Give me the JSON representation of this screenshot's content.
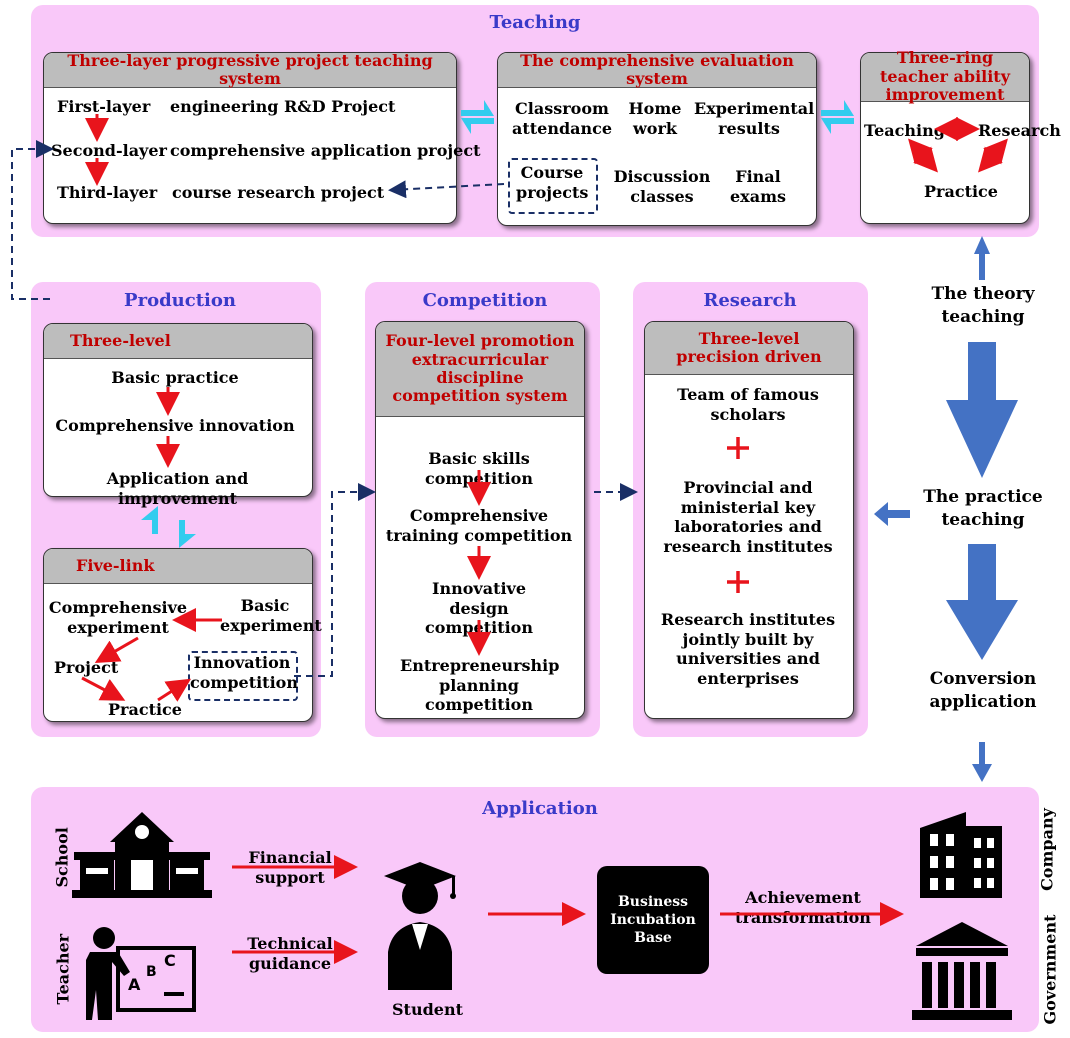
{
  "teaching": {
    "title": "Teaching",
    "card1": {
      "title": "Three-layer progressive project teaching system",
      "layers": [
        {
          "label": "First-layer",
          "project": "engineering R&D Project"
        },
        {
          "label": "Second-layer",
          "project": "comprehensive application project"
        },
        {
          "label": "Third-layer",
          "project": "course research project"
        }
      ]
    },
    "card2": {
      "title": "The comprehensive evaluation system",
      "items": [
        "Classroom attendance",
        "Home work",
        "Experimental results",
        "Course projects",
        "Discussion classes",
        "Final exams"
      ]
    },
    "card3": {
      "title": "Three-ring teacher ability improvement",
      "nodes": [
        "Teaching",
        "Research",
        "Practice"
      ]
    }
  },
  "production": {
    "title": "Production",
    "three_level": {
      "title": "Three-level",
      "steps": [
        "Basic practice",
        "Comprehensive innovation",
        "Application and improvement"
      ]
    },
    "five_link": {
      "title": "Five-link",
      "nodes": [
        "Comprehensive experiment",
        "Basic experiment",
        "Project",
        "Practice",
        "Innovation competition"
      ]
    }
  },
  "competition": {
    "title": "Competition",
    "card_title": "Four-level promotion extracurricular discipline competition system",
    "steps": [
      "Basic skills competition",
      "Comprehensive training competition",
      "Innovative design competition",
      "Entrepreneurship planning competition"
    ]
  },
  "research": {
    "title": "Research",
    "card_title": "Three-level precision driven",
    "items": [
      "Team of famous scholars",
      "Provincial and ministerial key laboratories and research institutes",
      "Research institutes jointly built by universities and enterprises"
    ]
  },
  "side_flow": {
    "items": [
      "The theory teaching",
      "The practice teaching",
      "Conversion application"
    ]
  },
  "application": {
    "title": "Application",
    "school": "School",
    "teacher": "Teacher",
    "financial_support": "Financial support",
    "technical_guidance": "Technical guidance",
    "student": "Student",
    "incubation": "Business Incubation Base",
    "achievement": "Achievement transformation",
    "company": "Company",
    "government": "Government"
  },
  "colors": {
    "panel": "#f9c8f9",
    "section_title": "#3a3ac8",
    "card_title": "#c00000",
    "arrow_red": "#e8141c",
    "arrow_blue": "#4472c4",
    "dash": "#1a2f66"
  },
  "icons": [
    "school-icon",
    "teacher-icon",
    "student-icon",
    "company-icon",
    "government-icon"
  ]
}
